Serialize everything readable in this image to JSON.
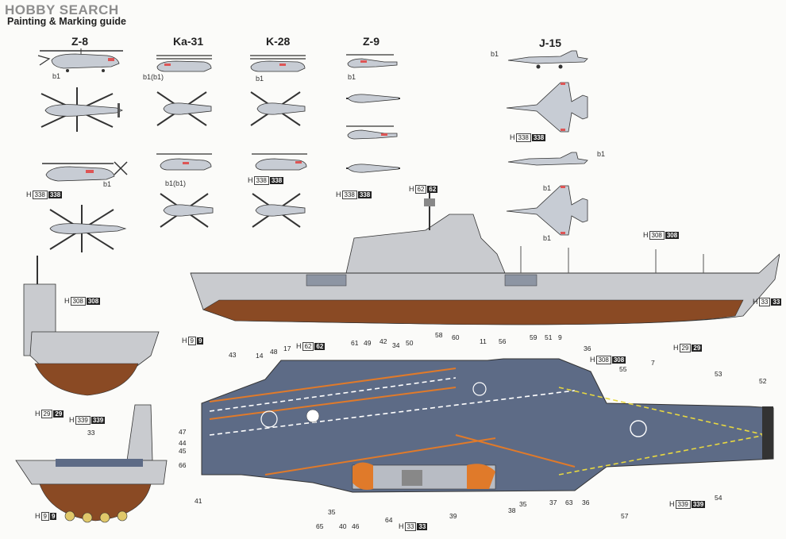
{
  "header": {
    "logo": "HOBBY SEARCH",
    "subtitle": "Painting & Marking guide"
  },
  "aircraft": {
    "z8": "Z-8",
    "ka31": "Ka-31",
    "k28": "K-28",
    "z9": "Z-9",
    "j15": "J-15"
  },
  "labels": {
    "b1": "b1",
    "b1_paren": "b1(b1)",
    "h": "H"
  },
  "h_codes": {
    "h338": [
      "338",
      "338"
    ],
    "h62": [
      "62",
      "62"
    ],
    "h308": [
      "308",
      "308"
    ],
    "h33": [
      "33",
      "33"
    ],
    "h9": [
      "9",
      "9"
    ],
    "h29": [
      "29",
      "29"
    ],
    "h339": [
      "339",
      "339"
    ]
  },
  "part_numbers": {
    "top": [
      "17",
      "48",
      "14",
      "43",
      "61",
      "49",
      "42",
      "34",
      "50",
      "58",
      "60",
      "11",
      "56",
      "59",
      "51",
      "9",
      "36",
      "7",
      "55",
      "53",
      "52"
    ],
    "left": [
      "47",
      "44",
      "45",
      "66",
      "41"
    ],
    "bottom": [
      "65",
      "35",
      "40",
      "46",
      "64",
      "39",
      "38",
      "35",
      "37",
      "63",
      "36",
      "57",
      "54"
    ],
    "front": [
      "33"
    ]
  },
  "colors": {
    "deck": "#5d6b86",
    "hull_grey": "#c9cbcf",
    "hull_red": "#8a4a24",
    "stripe_orange": "#e07a2a",
    "stripe_yellow": "#e8d840"
  }
}
